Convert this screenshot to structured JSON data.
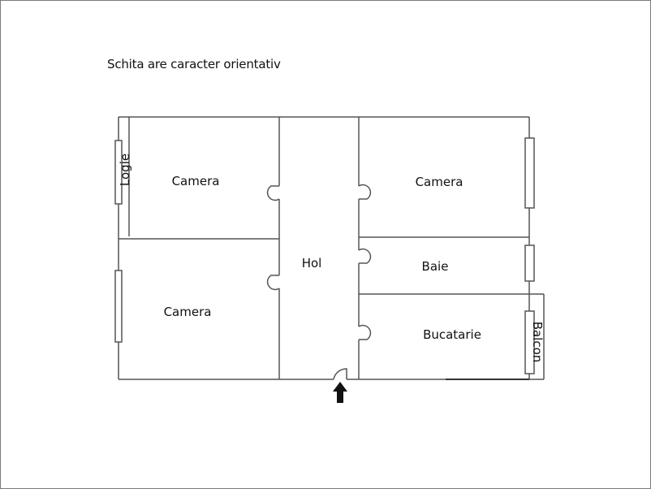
{
  "note": "Schita are caracter orientativ",
  "rooms": [
    {
      "name": "camera-top-left",
      "label": "Camera"
    },
    {
      "name": "camera-bottom-left",
      "label": "Camera"
    },
    {
      "name": "hol",
      "label": "Hol"
    },
    {
      "name": "camera-top-right",
      "label": "Camera"
    },
    {
      "name": "baie",
      "label": "Baie"
    },
    {
      "name": "bucatarie",
      "label": "Bucatarie"
    }
  ],
  "outdoor": {
    "logie": "Logie",
    "balcon": "Balcon"
  },
  "icons": {
    "entrance": "entrance-arrow-icon"
  },
  "colors": {
    "wall": "#555555",
    "frame": "#7a7a7a",
    "arrow": "#111111"
  }
}
